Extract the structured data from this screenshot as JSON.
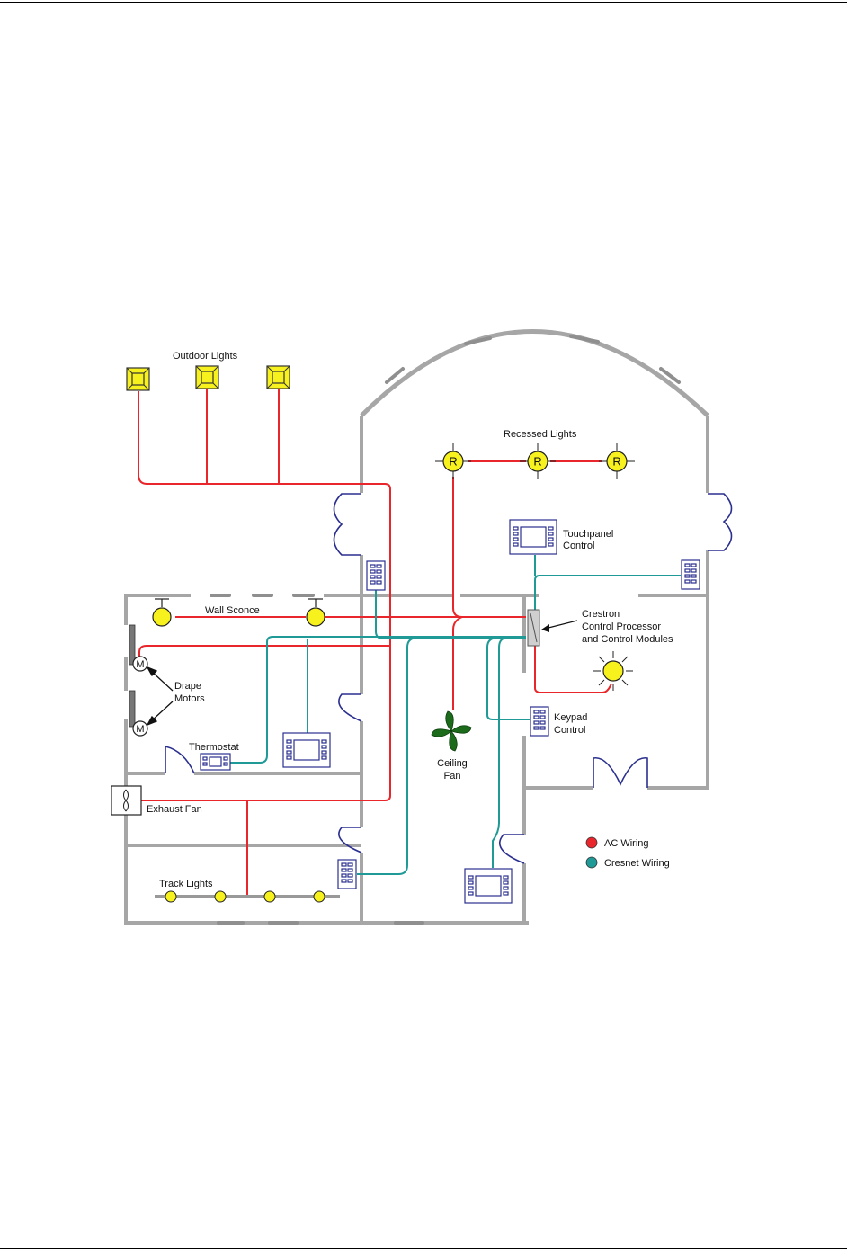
{
  "labels": {
    "outdoor_lights": "Outdoor Lights",
    "recessed_lights": "Recessed Lights",
    "touchpanel_1": "Touchpanel",
    "touchpanel_2": "Control",
    "wall_sconce": "Wall Sconce",
    "crestron_1": "Crestron",
    "crestron_2": "Control Processor",
    "crestron_3": "and Control Modules",
    "drape_1": "Drape",
    "drape_2": "Motors",
    "thermostat": "Thermostat",
    "keypad_1": "Keypad",
    "keypad_2": "Control",
    "ceiling_fan_1": "Ceiling",
    "ceiling_fan_2": "Fan",
    "exhaust_fan": "Exhaust Fan",
    "track_lights": "Track Lights",
    "recessed_mark": "R",
    "motor_mark": "M"
  },
  "legend": {
    "ac": "AC Wiring",
    "cresnet": "Cresnet Wiring"
  },
  "colors": {
    "ac_wiring": "#e8262b",
    "cresnet_wiring": "#1f9a96",
    "wall": "#a6a6a6",
    "door": "#2b2f8f",
    "fixture_fill": "#f7f21e",
    "fan_green": "#1b6b1b"
  }
}
